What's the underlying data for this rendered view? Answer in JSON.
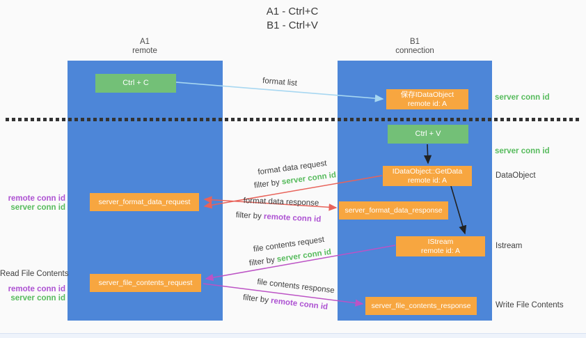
{
  "title": {
    "line1": "A1 - Ctrl+C",
    "line2": "B1 - Ctrl+V"
  },
  "lanes": {
    "a1": {
      "name": "A1",
      "subtitle": "remote"
    },
    "b1": {
      "name": "B1",
      "subtitle": "connection"
    }
  },
  "nodes": {
    "ctrl_c": {
      "label": "Ctrl + C"
    },
    "save_dataobject": {
      "line1": "保存IDataObject",
      "line2": "remote id: A"
    },
    "ctrl_v": {
      "label": "Ctrl + V"
    },
    "getdata": {
      "line1": "IDataObject::GetData",
      "line2": "remote id: A"
    },
    "format_request": {
      "label": "server_format_data_request"
    },
    "format_response": {
      "label": "server_format_data_response"
    },
    "istream": {
      "line1": "IStream",
      "line2": "remote id: A"
    },
    "file_request": {
      "label": "server_file_contents_request"
    },
    "file_response": {
      "label": "server_file_contents_response"
    }
  },
  "arrow_labels": {
    "format_list": "format list",
    "format_data_request": "format data request",
    "format_data_response": "format data response",
    "file_contents_request": "file contents request",
    "file_contents_response": "file contents response",
    "filter_by": "filter by ",
    "server_conn_id": "server conn id",
    "remote_conn_id": "remote conn id"
  },
  "side_labels": {
    "server_conn_id": "server conn id",
    "remote_conn_id": "remote conn id",
    "dataobject": "DataObject",
    "istream": "Istream",
    "read_file_contents": "Read File Contents",
    "write_file_contents": "Write File Contents"
  },
  "colors": {
    "lane": "#4d86d8",
    "orange": "#f7a640",
    "green": "#73c077",
    "green_text": "#57bb5d",
    "purple_text": "#ad52d2",
    "red": "#e8635a",
    "magenta": "#bc53c5",
    "light_blue": "#a7d7f1",
    "arrow_black": "#222222"
  }
}
